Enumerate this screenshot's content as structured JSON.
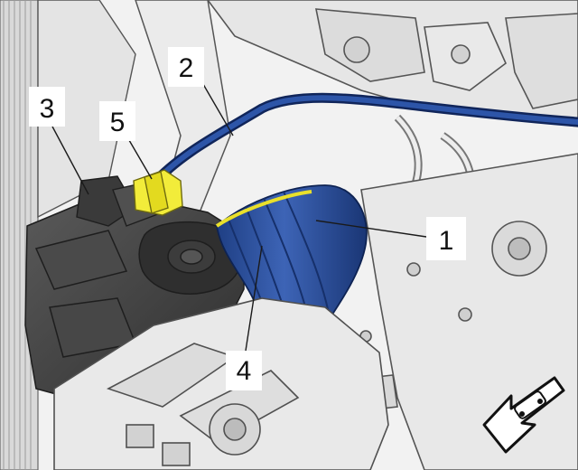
{
  "callouts": [
    {
      "id": "1",
      "text": "1"
    },
    {
      "id": "2",
      "text": "2"
    },
    {
      "id": "3",
      "text": "3"
    },
    {
      "id": "4",
      "text": "4"
    },
    {
      "id": "5",
      "text": "5"
    }
  ],
  "colors": {
    "background": "#f3f3f3",
    "part_fill": "#e4e4e4",
    "part_edge": "#4a4a4a",
    "dark_part": "#3c3c3c",
    "hose_blue": "#1c3f8c",
    "hose_blue_light": "#3e64b4",
    "clamp_yellow": "#f0e83a",
    "callout_line": "#1a1a1a"
  },
  "icons": {
    "front_arrow": "vehicle-front-direction-arrow-icon"
  }
}
